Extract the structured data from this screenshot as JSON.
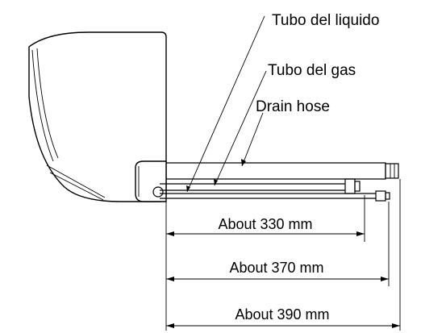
{
  "callouts": {
    "liquid_pipe": "Tubo del liquido",
    "gas_pipe": "Tubo del gas",
    "drain_hose": "Drain hose"
  },
  "dimensions": {
    "d330": "About 330 mm",
    "d370": "About 370 mm",
    "d390": "About 390 mm"
  }
}
